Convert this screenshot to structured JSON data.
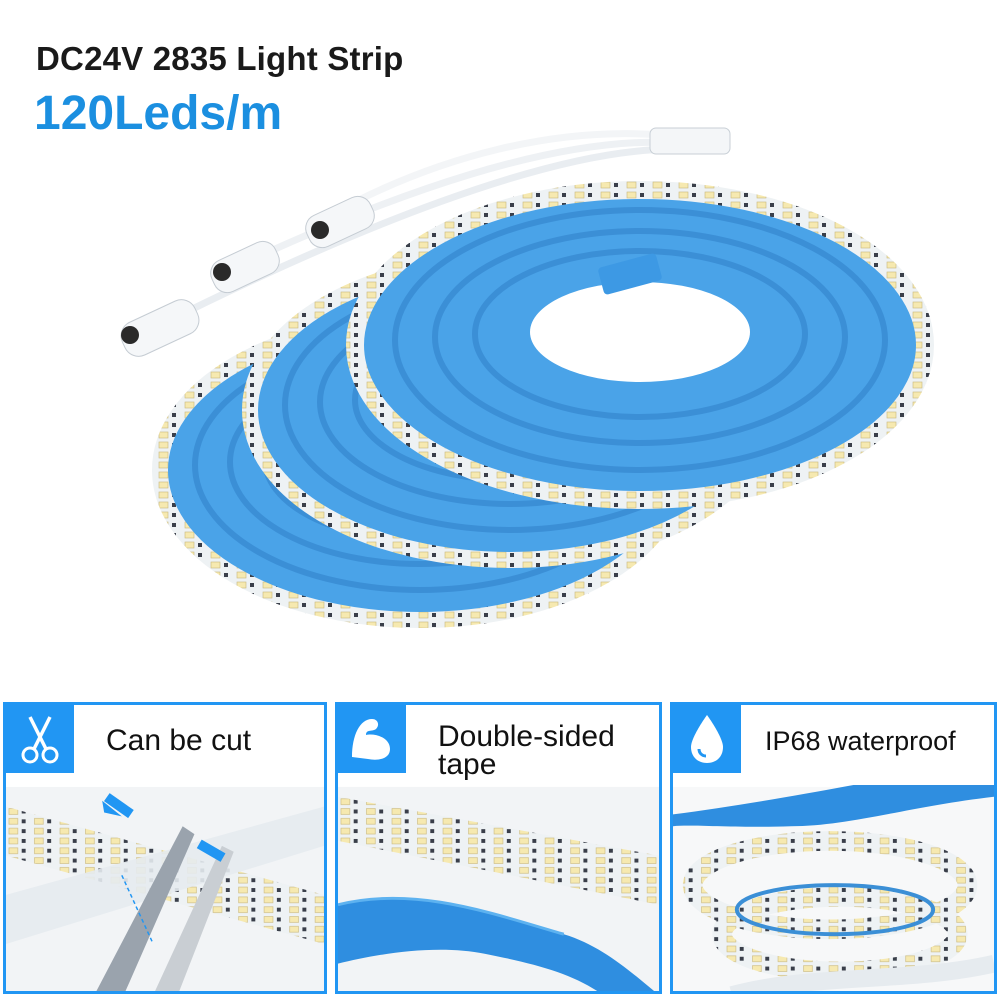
{
  "header": {
    "title": "DC24V 2835 Light Strip",
    "subtitle": "120Leds/m"
  },
  "features": [
    {
      "label": "Can be cut",
      "icon": "scissors-icon"
    },
    {
      "label": "Double-sided tape",
      "icon": "flexed-arm-icon"
    },
    {
      "label": "IP68 waterproof",
      "icon": "water-drop-icon"
    }
  ],
  "colors": {
    "accent": "#2196f3",
    "subtitle": "#1b8fe0",
    "strip_backing": "#4aa3e8",
    "strip_silicone": "#e9eef2"
  }
}
